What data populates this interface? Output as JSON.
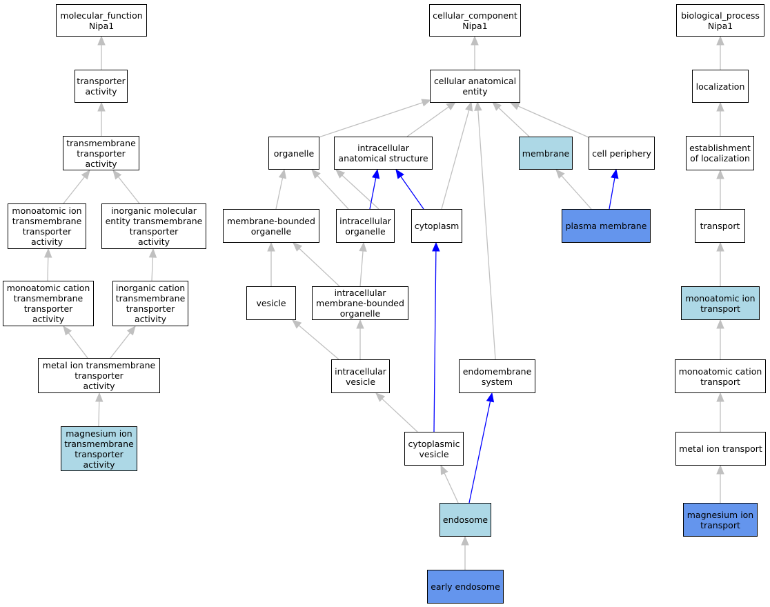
{
  "colors": {
    "edge_gray": "#c0c0c0",
    "edge_blue": "#0000ff",
    "light": "#add8e6",
    "dark": "#6495ed"
  },
  "nodes": {
    "mf_root": "molecular_function\nNipa1",
    "transporter_activity": "transporter\nactivity",
    "transmembrane_transporter_activity": "transmembrane\ntransporter\nactivity",
    "monoatomic_ion_tm": "monoatomic ion\ntransmembrane\ntransporter\nactivity",
    "inorganic_molecular_tm": "inorganic molecular\nentity transmembrane\ntransporter\nactivity",
    "monoatomic_cation_tm": "monoatomic cation\ntransmembrane\ntransporter\nactivity",
    "inorganic_cation_tm": "inorganic cation\ntransmembrane\ntransporter\nactivity",
    "metal_ion_tm": "metal ion transmembrane\ntransporter\nactivity",
    "magnesium_ion_tm": "magnesium ion\ntransmembrane\ntransporter\nactivity",
    "cc_root": "cellular_component\nNipa1",
    "cellular_anatomical_entity": "cellular anatomical\nentity",
    "organelle": "organelle",
    "intracellular_anatomical_structure": "intracellular\nanatomical structure",
    "membrane": "membrane",
    "cell_periphery": "cell periphery",
    "membrane_bounded_organelle": "membrane-bounded\norganelle",
    "intracellular_organelle": "intracellular\norganelle",
    "cytoplasm": "cytoplasm",
    "plasma_membrane": "plasma membrane",
    "vesicle": "vesicle",
    "intracellular_mb_organelle": "intracellular\nmembrane-bounded\norganelle",
    "intracellular_vesicle": "intracellular\nvesicle",
    "endomembrane_system": "endomembrane\nsystem",
    "cytoplasmic_vesicle": "cytoplasmic\nvesicle",
    "endosome": "endosome",
    "early_endosome": "early endosome",
    "bp_root": "biological_process\nNipa1",
    "localization": "localization",
    "establishment_of_localization": "establishment\nof localization",
    "transport": "transport",
    "monoatomic_ion_transport": "monoatomic ion\ntransport",
    "monoatomic_cation_transport": "monoatomic cation\ntransport",
    "metal_ion_transport": "metal ion transport",
    "magnesium_ion_transport": "magnesium ion\ntransport"
  }
}
